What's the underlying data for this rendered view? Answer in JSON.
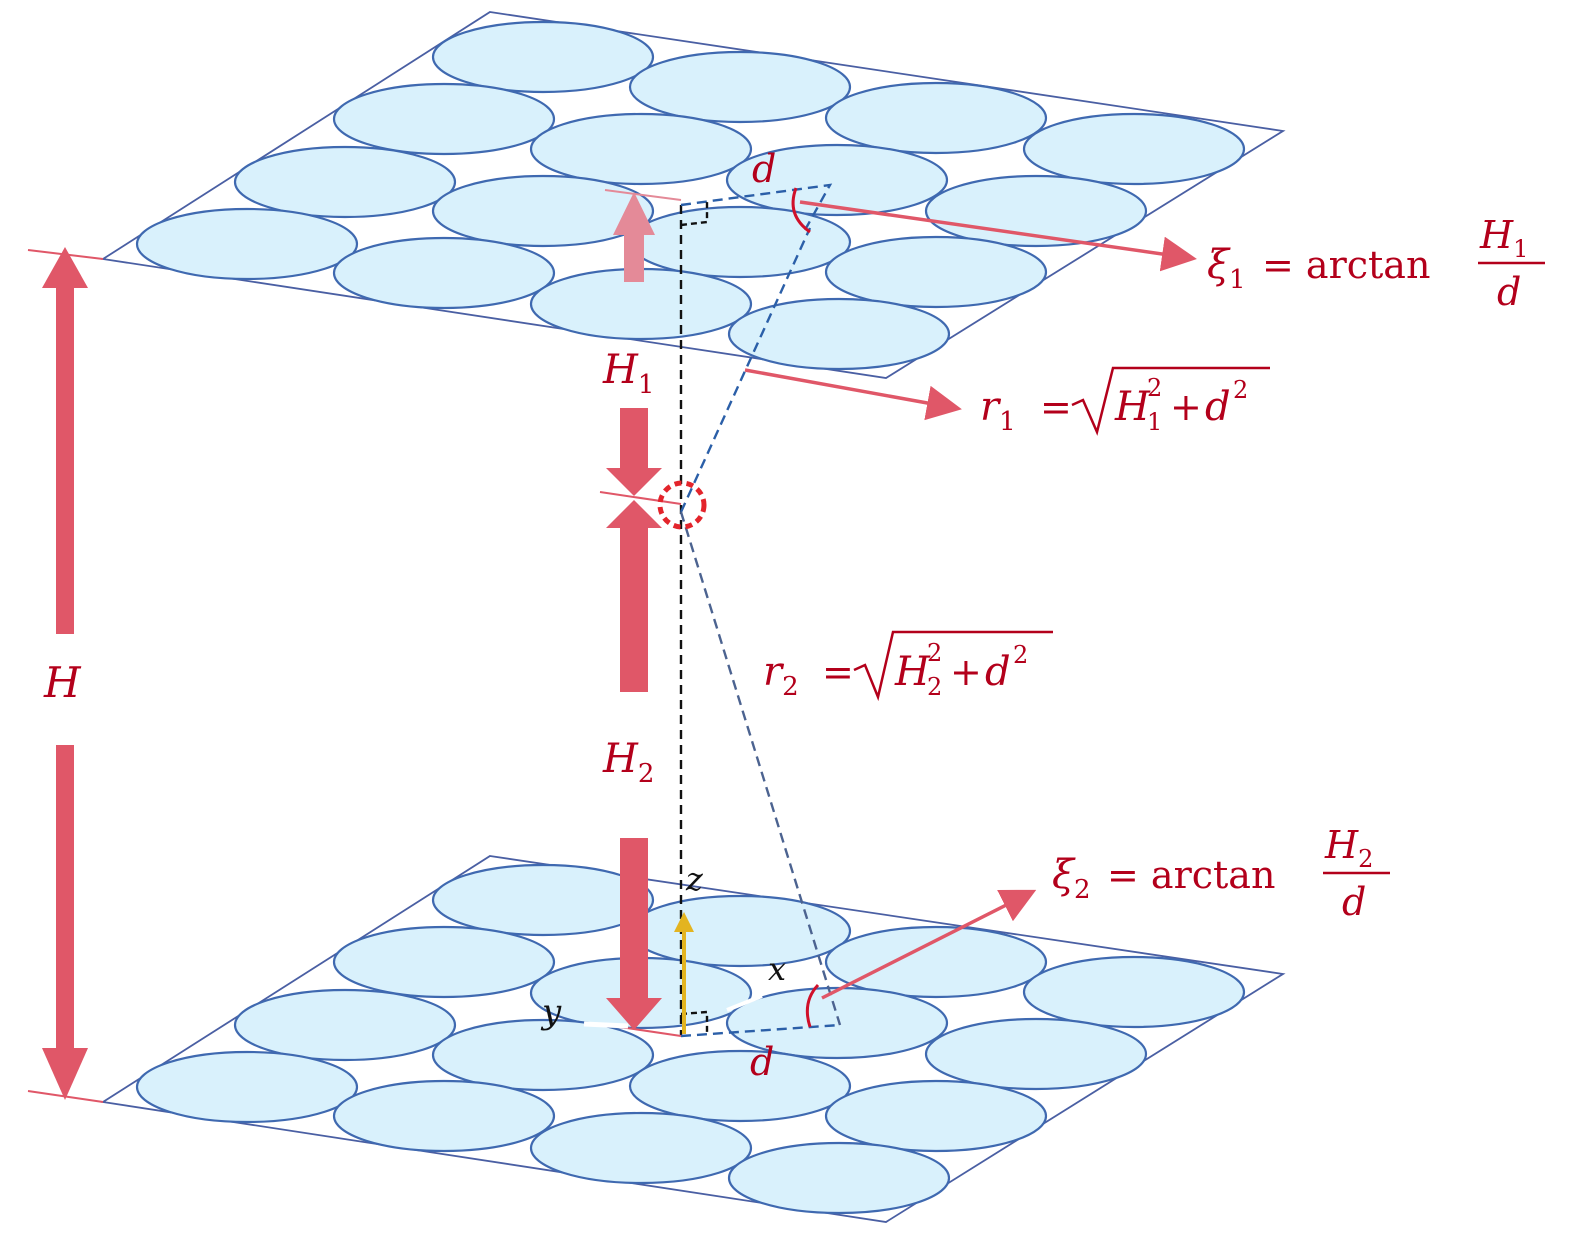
{
  "colors": {
    "arrow": "#e05768",
    "arrow_faded": "#e48a98",
    "label": "#b3001b",
    "plate_stroke": "#4a5fa3",
    "cell_fill": "#d9f1fc",
    "cell_stroke": "#3f69b0",
    "dash_blue": "#2b5fa8",
    "dash_black": "#111111",
    "axis_z": "#e3b420",
    "circle": "#e3242b"
  },
  "labels": {
    "H": "H",
    "H1_base": "H",
    "H1_sub": "1",
    "H2_base": "H",
    "H2_sub": "2",
    "d_top": "d",
    "d_bottom": "d",
    "axis_z": "z",
    "axis_x": "x",
    "axis_y": "y"
  },
  "formulas": {
    "xi1": {
      "lhs": "ξ",
      "sub": "1",
      "eq": "= arctan",
      "num_base": "H",
      "num_sub": "1",
      "den": "d"
    },
    "xi2": {
      "lhs": "ξ",
      "sub": "2",
      "eq": "= arctan",
      "num_base": "H",
      "num_sub": "2",
      "den": "d"
    },
    "r1": {
      "lhs": "r",
      "sub": "1",
      "eq": "=",
      "H": "H",
      "H_sup": "2",
      "H_sub": "1",
      "plus": "+",
      "d": "d",
      "d_sup": "2"
    },
    "r2": {
      "lhs": "r",
      "sub": "2",
      "eq": "=",
      "H": "H",
      "H_sup": "2",
      "H_sub": "2",
      "plus": "+",
      "d": "d",
      "d_sup": "2"
    }
  },
  "icons": {
    "dimension_arrow": "double-headed-arrow",
    "source_point": "dashed-circle"
  }
}
